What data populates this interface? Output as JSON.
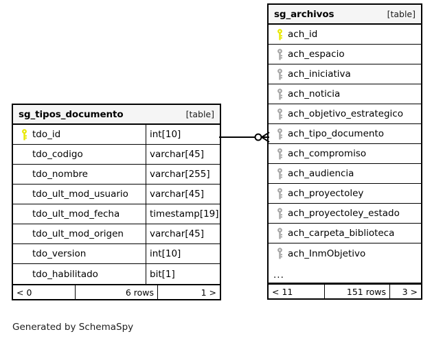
{
  "diagram": {
    "caption": "Generated by SchemaSpy",
    "kind_label": "[table]",
    "more_indicator": "...",
    "colors": {
      "primary_key": "#e8e800",
      "foreign_key": "#a6a6a6",
      "border": "#000000",
      "header_bg": "#f5f5f5",
      "background": "#ffffff"
    }
  },
  "tables": {
    "left": {
      "name": "sg_tipos_documento",
      "kind": "[table]",
      "columns": [
        {
          "key": "primary",
          "name": "tdo_id",
          "type": "int[10]"
        },
        {
          "key": "none",
          "name": "tdo_codigo",
          "type": "varchar[45]"
        },
        {
          "key": "none",
          "name": "tdo_nombre",
          "type": "varchar[255]"
        },
        {
          "key": "none",
          "name": "tdo_ult_mod_usuario",
          "type": "varchar[45]"
        },
        {
          "key": "none",
          "name": "tdo_ult_mod_fecha",
          "type": "timestamp[19]"
        },
        {
          "key": "none",
          "name": "tdo_ult_mod_origen",
          "type": "varchar[45]"
        },
        {
          "key": "none",
          "name": "tdo_version",
          "type": "int[10]"
        },
        {
          "key": "none",
          "name": "tdo_habilitado",
          "type": "bit[1]"
        }
      ],
      "footer": {
        "left": "< 0",
        "middle": "6 rows",
        "right": "1 >"
      }
    },
    "right": {
      "name": "sg_archivos",
      "kind": "[table]",
      "columns": [
        {
          "key": "primary",
          "name": "ach_id"
        },
        {
          "key": "foreign",
          "name": "ach_espacio"
        },
        {
          "key": "foreign",
          "name": "ach_iniciativa"
        },
        {
          "key": "foreign",
          "name": "ach_noticia"
        },
        {
          "key": "foreign",
          "name": "ach_objetivo_estrategico"
        },
        {
          "key": "foreign",
          "name": "ach_tipo_documento"
        },
        {
          "key": "foreign",
          "name": "ach_compromiso"
        },
        {
          "key": "foreign",
          "name": "ach_audiencia"
        },
        {
          "key": "foreign",
          "name": "ach_proyectoley"
        },
        {
          "key": "foreign",
          "name": "ach_proyectoley_estado"
        },
        {
          "key": "foreign",
          "name": "ach_carpeta_biblioteca"
        },
        {
          "key": "foreign",
          "name": "ach_InmObjetivo"
        }
      ],
      "more": "...",
      "footer": {
        "left": "< 11",
        "middle": "151 rows",
        "right": "3 >"
      }
    }
  },
  "relationship": {
    "from_table": "sg_tipos_documento",
    "from_column": "tdo_id",
    "to_table": "sg_archivos",
    "to_column": "ach_tipo_documento",
    "notation": "crows-foot-zero-or-many"
  }
}
